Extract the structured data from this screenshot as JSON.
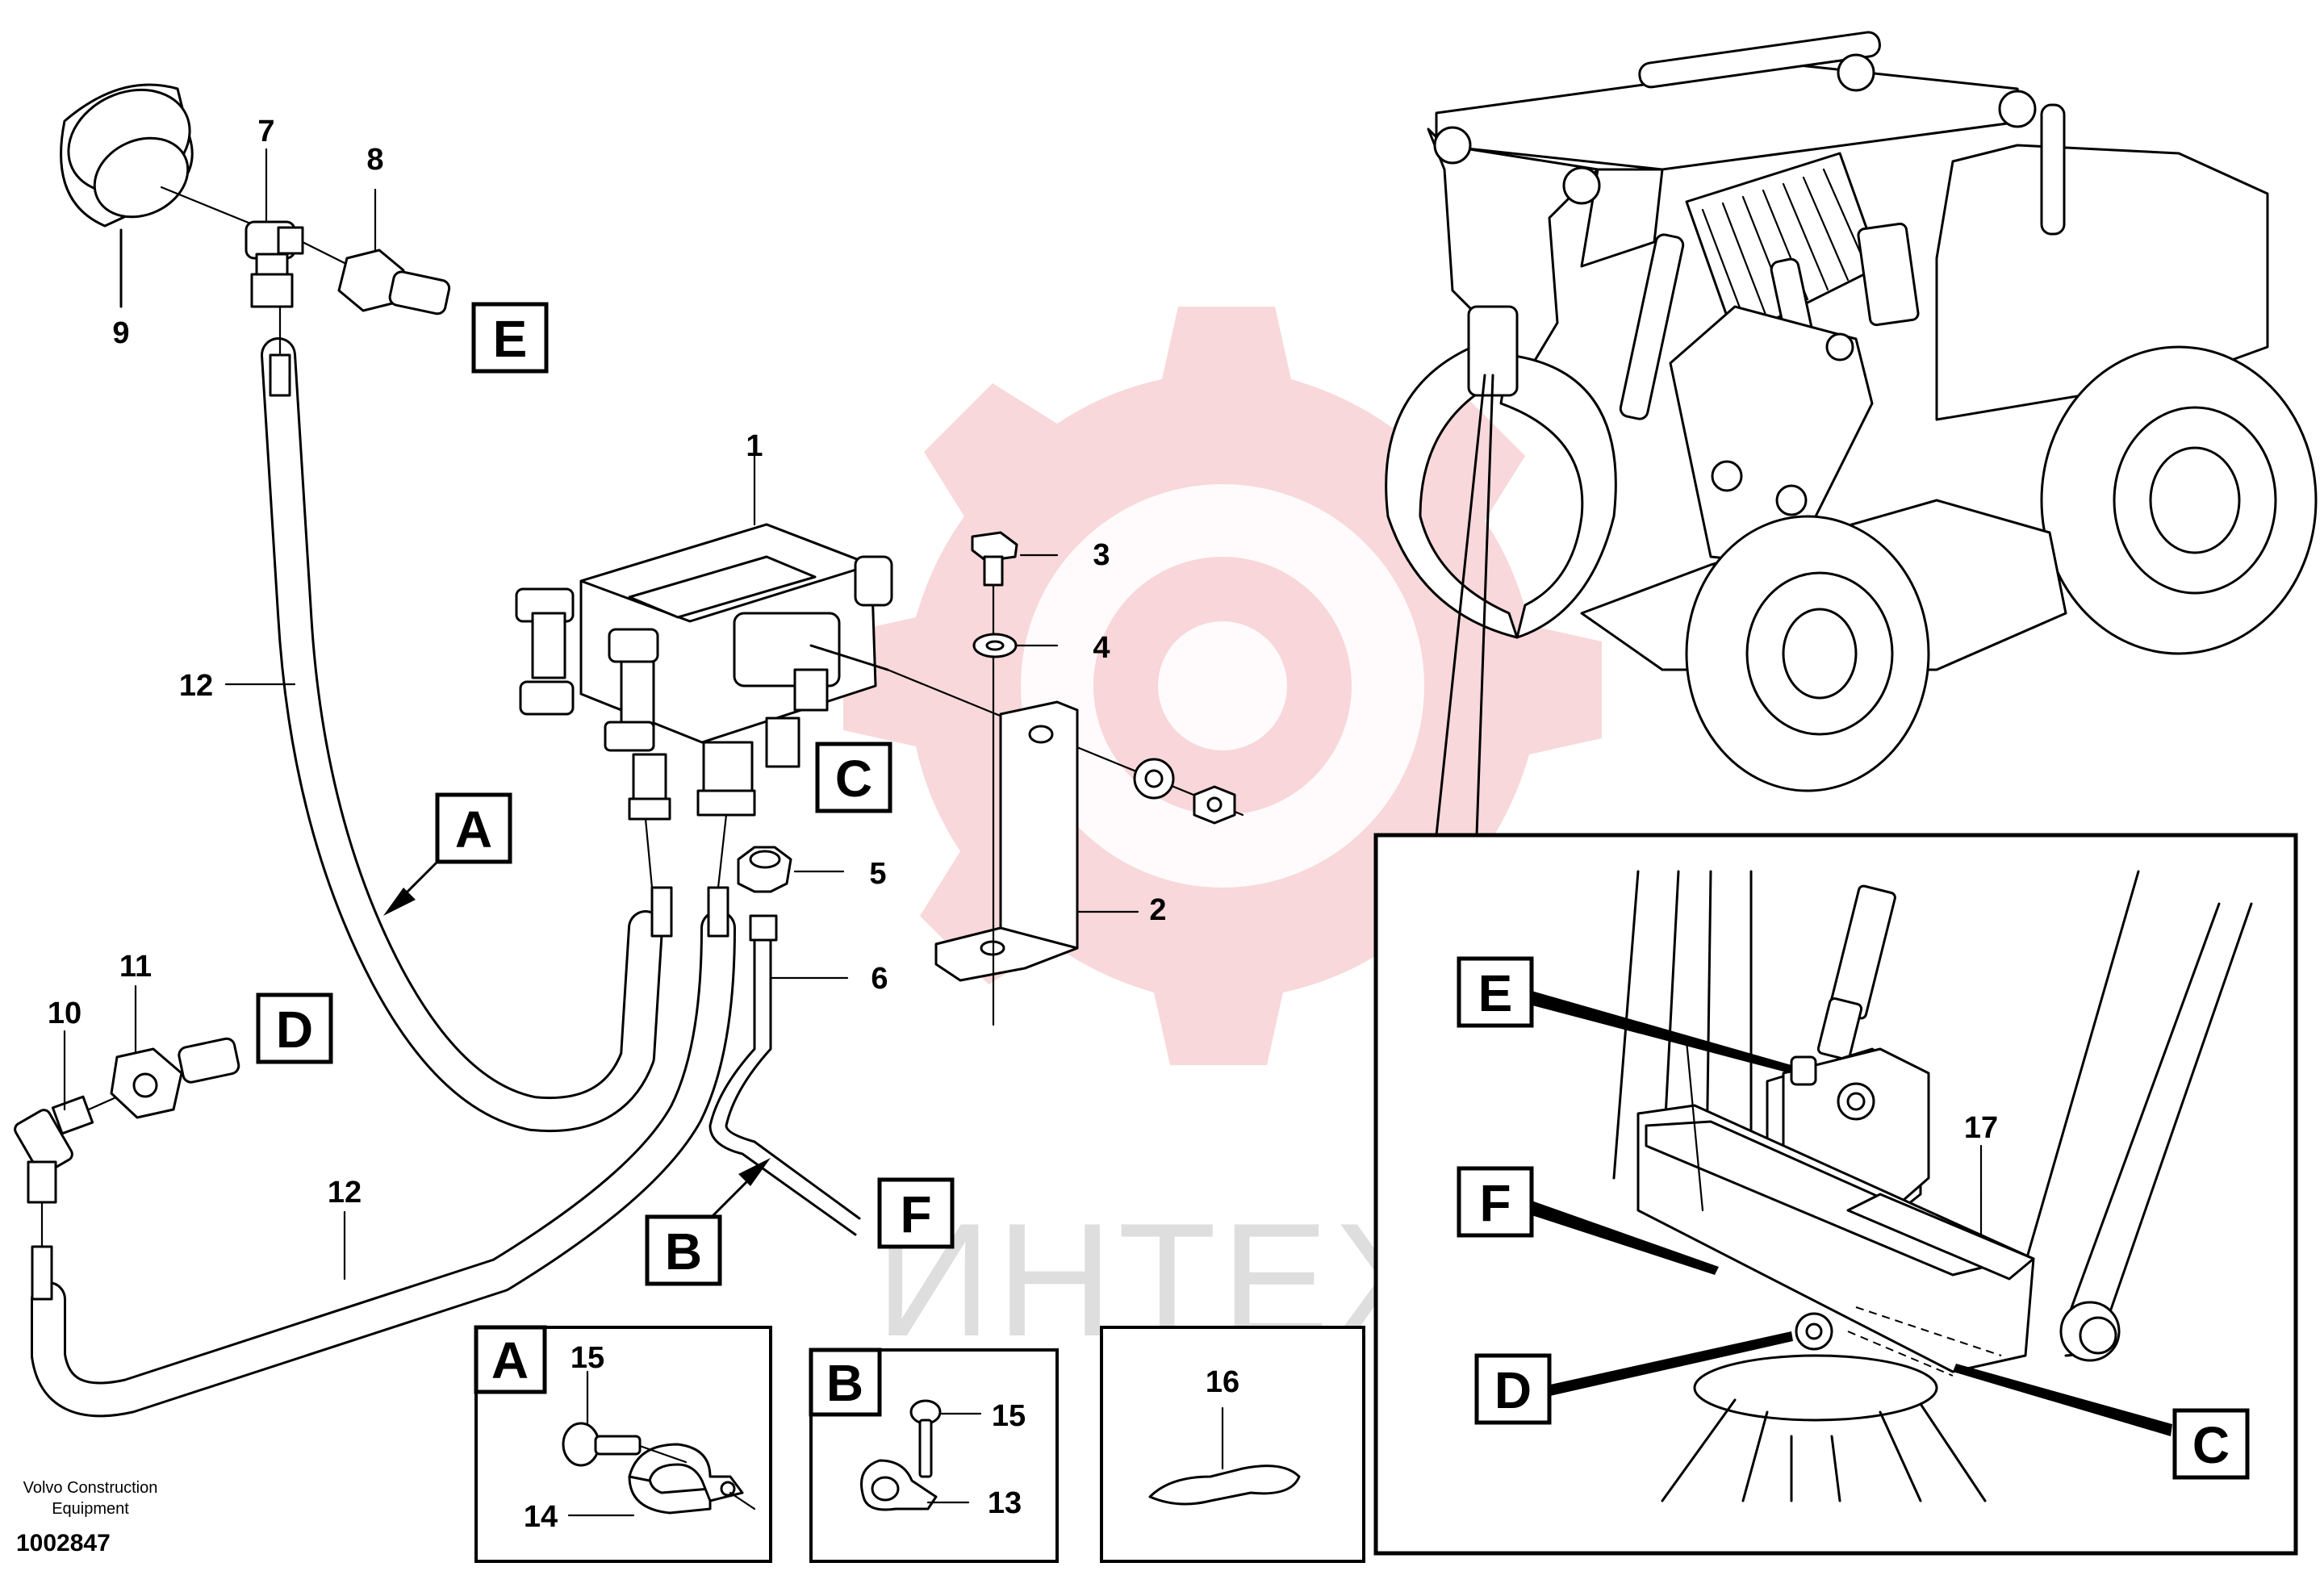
{
  "watermark": {
    "text": "ИНТЕХ",
    "color": "#f3b8bb"
  },
  "footer": {
    "brand_line1": "Volvo Construction",
    "brand_line2": "Equipment",
    "drawing_number": "1002847"
  },
  "part_labels": {
    "p1": "1",
    "p2": "2",
    "p3": "3",
    "p4": "4",
    "p5": "5",
    "p6": "6",
    "p7": "7",
    "p8": "8",
    "p9": "9",
    "p10": "10",
    "p11": "11",
    "p12a": "12",
    "p12b": "12",
    "p13": "13",
    "p14": "14",
    "p15a": "15",
    "p15b": "15",
    "p16": "16",
    "p17": "17"
  },
  "callouts": {
    "E_main": "E",
    "C_main": "C",
    "A_main": "A",
    "D_main": "D",
    "B_main": "B",
    "F_main": "F",
    "A_box": "A",
    "B_box": "B",
    "E_detail": "E",
    "F_detail": "F",
    "D_detail": "D",
    "C_detail": "C"
  }
}
